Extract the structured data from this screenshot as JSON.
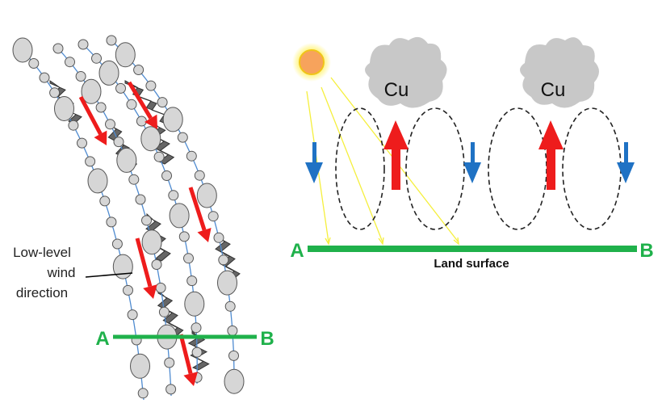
{
  "left_panel": {
    "wind_label_lines": [
      "Low-level",
      "wind",
      "direction"
    ],
    "point_a": "A",
    "point_b": "B"
  },
  "right_panel": {
    "cloud_labels": [
      "Cu",
      "Cu"
    ],
    "point_a": "A",
    "point_b": "B",
    "surface_label": "Land surface"
  },
  "colors": {
    "section_line": "#1fb14b",
    "updraft": "#ee1c1c",
    "downdraft": "#1f72c4",
    "cloud": "#c8c8c8",
    "sun": "#f7a35c",
    "sun_glow": "#fff36b",
    "bead_fill": "#d6d6d6",
    "wind_line": "#4f8bd0"
  },
  "icons": {
    "sun": "sun-icon",
    "cloud": "cumulus-cloud-icon",
    "wind_arrow": "wind-arrow-icon"
  }
}
